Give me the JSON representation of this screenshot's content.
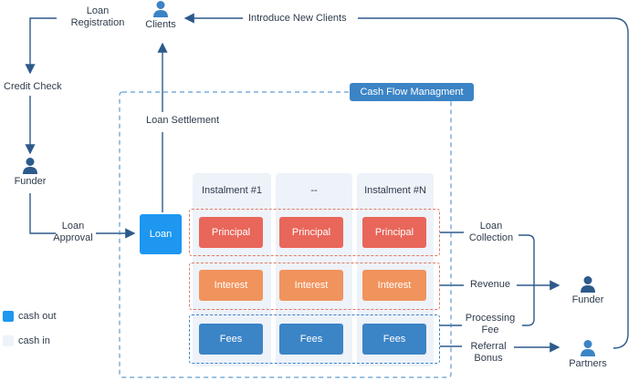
{
  "frame": {
    "title": "Cash Flow Managment"
  },
  "nodes": {
    "clients": "Clients",
    "funder_left": "Funder",
    "funder_right": "Funder",
    "partners": "Partners",
    "loan": "Loan"
  },
  "edges": {
    "loan_registration": [
      "Loan",
      "Registration"
    ],
    "introduce_new_clients": "Introduce New Clients",
    "credit_check": "Credit Check",
    "loan_settlement": "Loan Settlement",
    "loan_approval": [
      "Loan",
      "Approval"
    ],
    "loan_collection": [
      "Loan",
      "Collection"
    ],
    "revenue": "Revenue",
    "processing_fee": [
      "Processing",
      "Fee"
    ],
    "referral_bonus": [
      "Referral",
      "Bonus"
    ]
  },
  "columns": [
    "Instalment #1",
    "--",
    "Instalment #N"
  ],
  "rows": [
    {
      "label": "Principal",
      "cells": [
        "Principal",
        "Principal",
        "Principal"
      ]
    },
    {
      "label": "Interest",
      "cells": [
        "Interest",
        "Interest",
        "Interest"
      ]
    },
    {
      "label": "Fees",
      "cells": [
        "Fees",
        "Fees",
        "Fees"
      ]
    }
  ],
  "legend": [
    {
      "label": "cash out",
      "color": "#1d97f0"
    },
    {
      "label": "cash in",
      "color": "#eef2f9"
    }
  ],
  "colors": {
    "arrow": "#2d5a8c",
    "principal": "#e9665a",
    "interest": "#f1935c",
    "fees": "#3b84c6",
    "person": "#3b84c6"
  },
  "icons": [
    "person-icon"
  ]
}
